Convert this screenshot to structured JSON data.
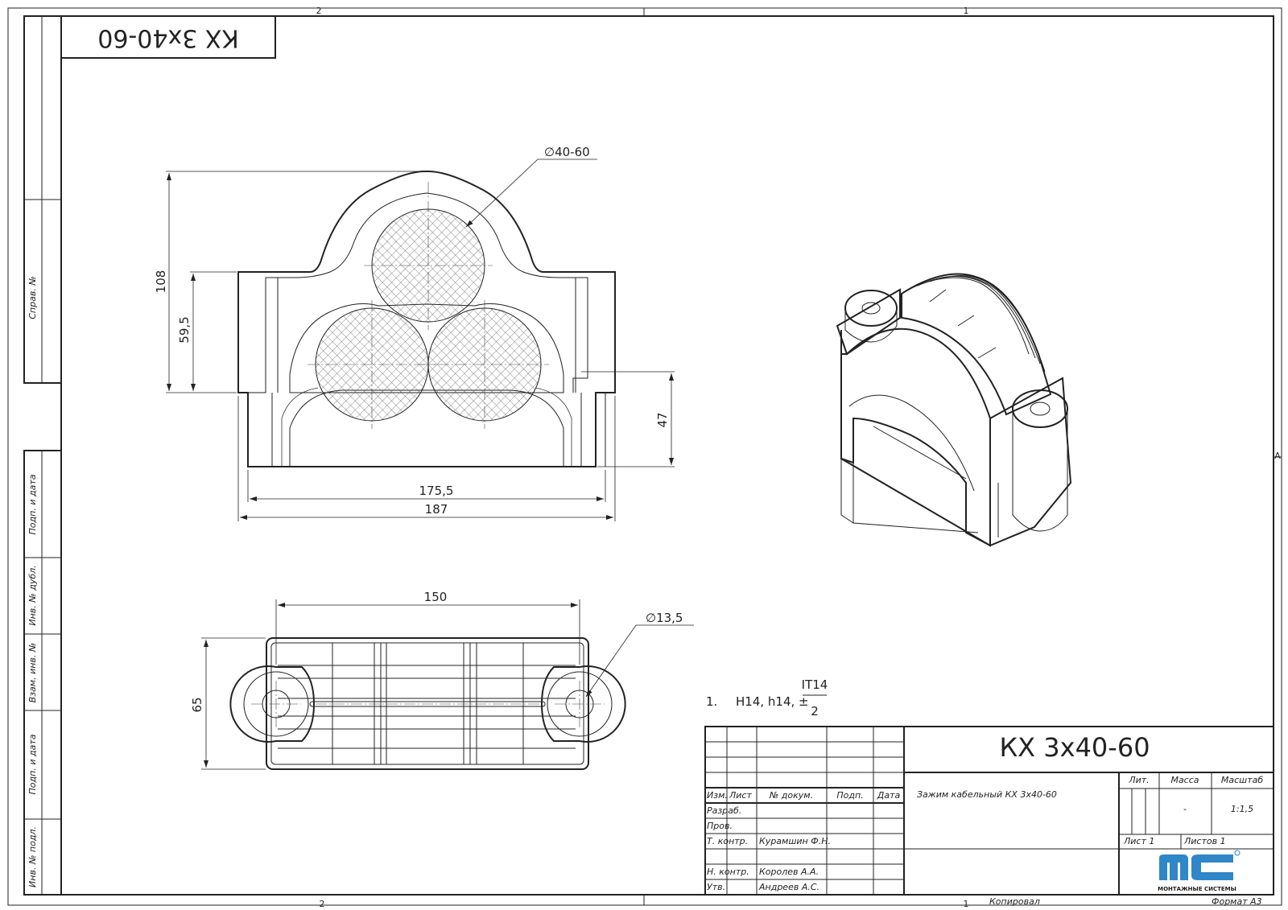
{
  "frame": {
    "zone_top_left": "2",
    "zone_top_right": "1",
    "zone_bottom_left": "2",
    "zone_bottom_right": "1",
    "zone_side_right": "A"
  },
  "stamp_box": {
    "label": "КХ 3х40-60"
  },
  "side_strip": [
    "Справ. №",
    "Подп. и дата",
    "Инв. № дубл.",
    "Взам. инв. №",
    "Подп. и дата",
    "Инв. № подл."
  ],
  "front_view": {
    "diameter_label": "∅40-60",
    "dim_height_total": "108",
    "dim_height_mid": "59,5",
    "dim_height_low": "47",
    "dim_width_inner": "175,5",
    "dim_width_outer": "187"
  },
  "top_view": {
    "dim_length": "150",
    "dim_width": "65",
    "hole_label": "∅13,5"
  },
  "notes": {
    "number": "1.",
    "text": "H14, h14, ±",
    "frac_top": "IT14",
    "frac_bottom": "2"
  },
  "title_block": {
    "designation": "КХ 3х40-60",
    "name": "Зажим кабельный КХ 3х40-60",
    "col_headers": [
      "Изм.",
      "Лист",
      "№ докум.",
      "Подп.",
      "Дата"
    ],
    "row_labels": [
      "Разраб.",
      "Пров.",
      "Т. контр.",
      "",
      "Н. контр.",
      "Утв."
    ],
    "names": [
      "",
      "",
      "Курамшин Ф.Н.",
      "",
      "Королев А.А.",
      "Андреев А.С."
    ],
    "lit_label": "Лит.",
    "mass_label": "Масса",
    "scale_label": "Масштаб",
    "mass_value": "-",
    "scale_value": "1:1,5",
    "sheet_label": "Лист 1",
    "sheets_label": "Листов 1",
    "logo_text": "МОНТАЖНЫЕ СИСТЕМЫ",
    "copied_label": "Копировал",
    "format_label": "Формат А3"
  },
  "colors": {
    "logo_blue": "#2f86c8",
    "line": "#222222"
  }
}
